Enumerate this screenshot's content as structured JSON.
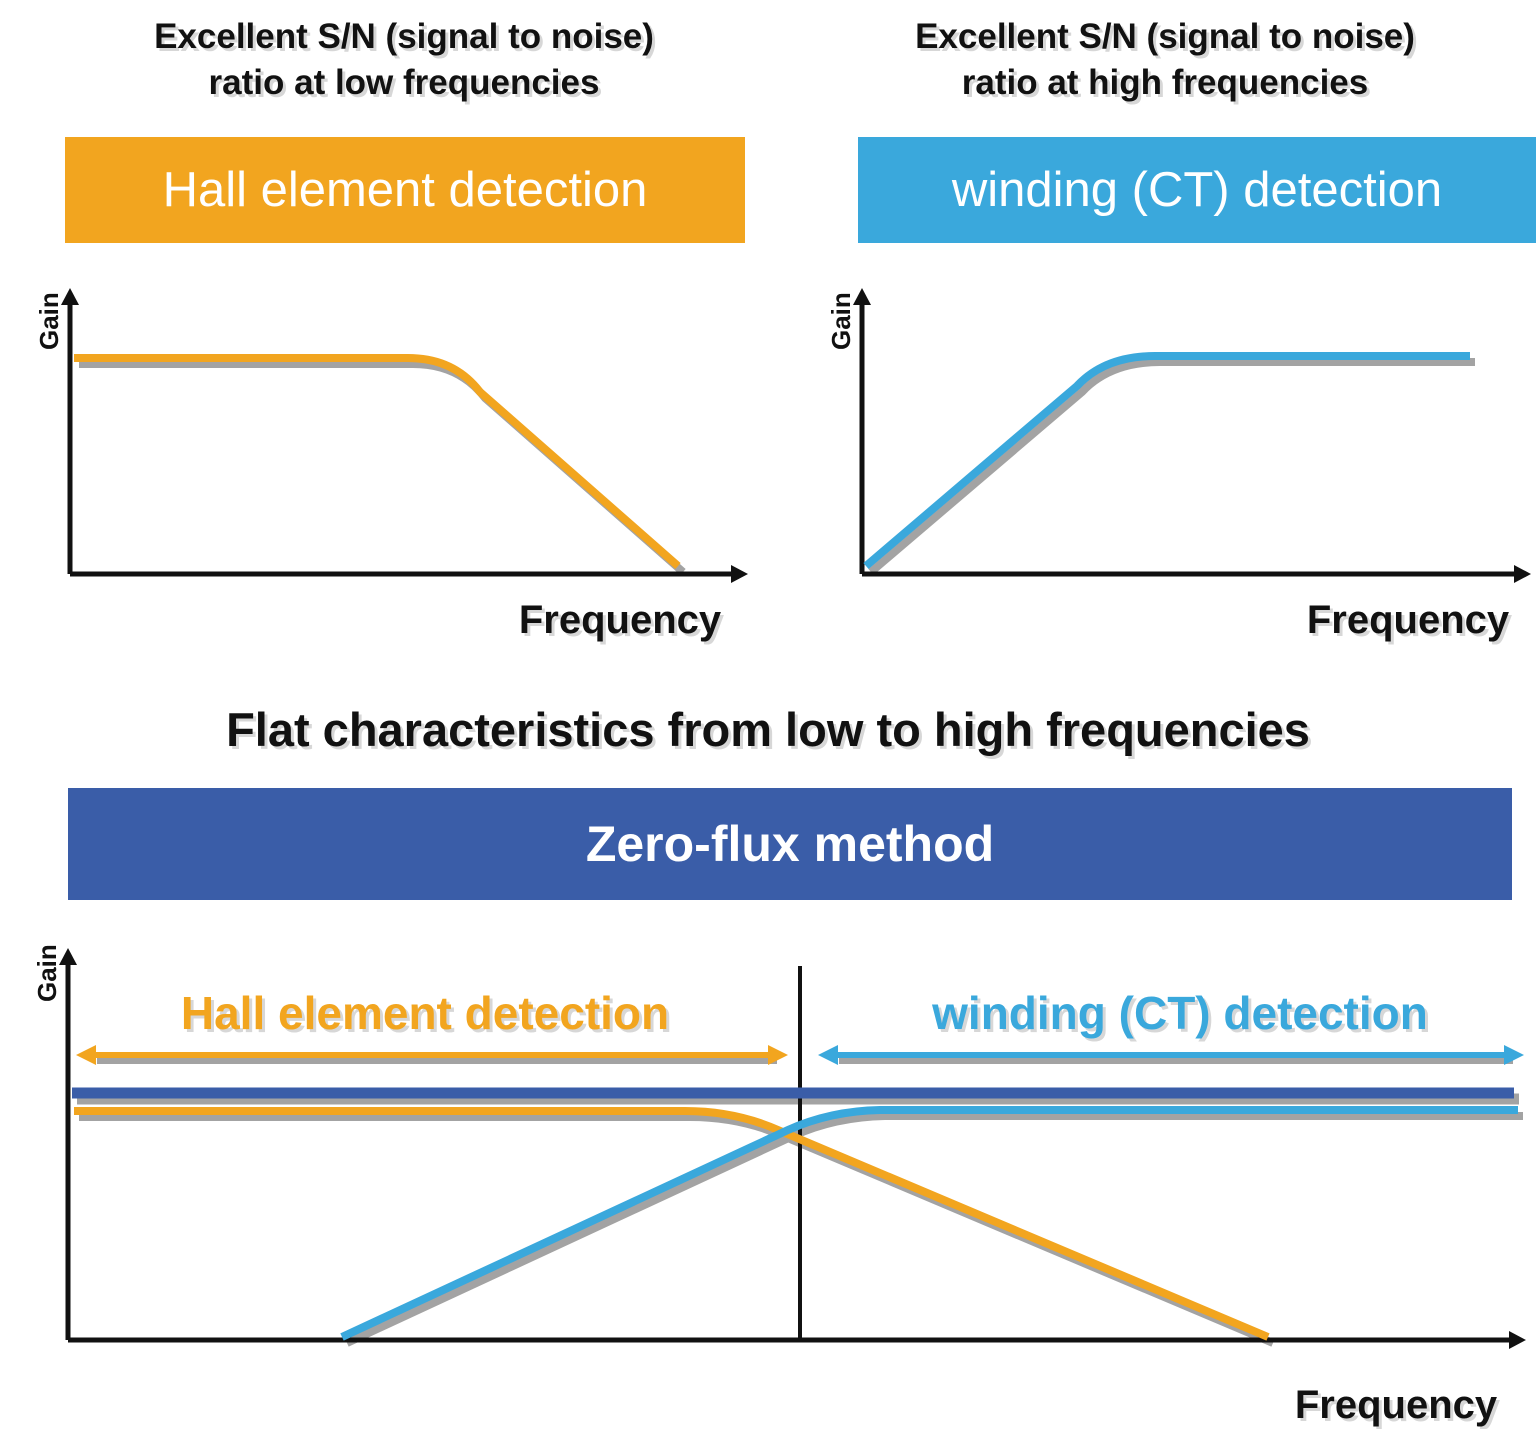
{
  "colors": {
    "orange": "#F2A51F",
    "blue": "#3AA8DC",
    "dark_blue": "#3A5DA8",
    "ink": "#111111",
    "shadow": "#A3A3A3"
  },
  "panels": {
    "hall": {
      "caption_line1": "Excellent S/N (signal to noise)",
      "caption_line2": "ratio at low frequencies",
      "banner": "Hall element detection",
      "ylabel": "Gain",
      "xlabel": "Frequency"
    },
    "ct": {
      "caption_line1": "Excellent S/N (signal to noise)",
      "caption_line2": "ratio at high frequencies",
      "banner": "winding (CT) detection",
      "ylabel": "Gain",
      "xlabel": "Frequency"
    },
    "zeroflux": {
      "title": "Flat characteristics from low to high frequencies",
      "banner": "Zero-flux method",
      "ylabel": "Gain",
      "xlabel": "Frequency",
      "left_label": "Hall element detection",
      "right_label": "winding (CT) detection"
    }
  },
  "chart_data": [
    {
      "type": "line",
      "title": "Hall element detection",
      "xlabel": "Frequency",
      "ylabel": "Gain",
      "grid": false,
      "series": [
        {
          "name": "Hall element detection",
          "color": "#F2A51F",
          "description": "flat gain at low frequencies, rolls off toward zero at high frequencies",
          "x_norm": [
            0.0,
            0.5,
            0.62,
            0.92
          ],
          "y_norm": [
            0.78,
            0.78,
            0.62,
            0.0
          ]
        }
      ]
    },
    {
      "type": "line",
      "title": "winding (CT) detection",
      "xlabel": "Frequency",
      "ylabel": "Gain",
      "grid": false,
      "series": [
        {
          "name": "winding (CT) detection",
          "color": "#3AA8DC",
          "description": "gain rises from zero at low frequencies, flat at high frequencies",
          "x_norm": [
            0.0,
            0.38,
            0.48,
            0.95
          ],
          "y_norm": [
            0.0,
            0.66,
            0.79,
            0.79
          ]
        }
      ]
    },
    {
      "type": "line",
      "title": "Zero-flux method",
      "xlabel": "Frequency",
      "ylabel": "Gain",
      "grid": false,
      "crossover_x_norm": 0.51,
      "series": [
        {
          "name": "Zero-flux method (combined)",
          "color": "#3A5DA8",
          "description": "flat gain from low to high frequencies",
          "x_norm": [
            0.0,
            1.0
          ],
          "y_norm": [
            0.62,
            0.62
          ]
        },
        {
          "name": "Hall element detection",
          "color": "#F2A51F",
          "description": "flat at low frequencies, rolls off beyond the crossover frequency",
          "x_norm": [
            0.0,
            0.43,
            0.51,
            0.83
          ],
          "y_norm": [
            0.58,
            0.58,
            0.54,
            0.0
          ]
        },
        {
          "name": "winding (CT) detection",
          "color": "#3AA8DC",
          "description": "rises to the crossover frequency, flat at high frequencies",
          "x_norm": [
            0.19,
            0.51,
            0.57,
            1.0
          ],
          "y_norm": [
            0.0,
            0.54,
            0.58,
            0.58
          ]
        }
      ]
    }
  ]
}
